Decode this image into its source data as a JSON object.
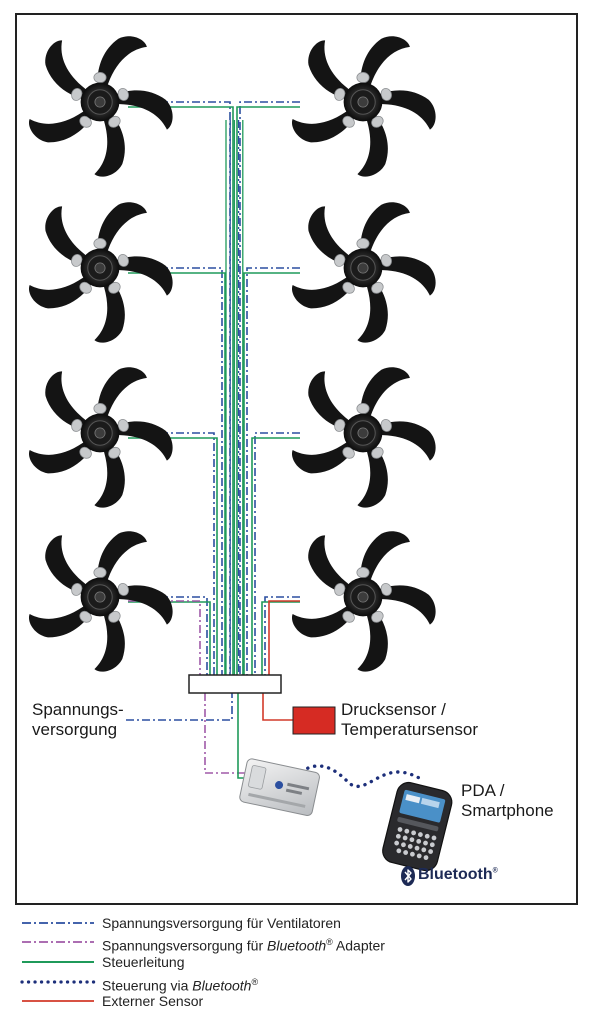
{
  "labels": {
    "power_supply": [
      "Spannungs-",
      "versorgung"
    ],
    "sensor": [
      "Drucksensor /",
      "Temperatursensor"
    ],
    "pda": [
      "PDA /",
      "Smartphone"
    ],
    "bluetooth_brand": "Bluetooth",
    "bluetooth_mark": "®"
  },
  "legend": [
    {
      "style": "dash-dot",
      "color": "#2b4fa0",
      "text": "Spannungsversorgung für Ventilatoren"
    },
    {
      "style": "dash-dot",
      "color": "#a05aa8",
      "text_before": "Spannungsversorgung für ",
      "text_italic": "Bluetooth",
      "text_mark": "®",
      "text_after": " Adapter"
    },
    {
      "style": "solid",
      "color": "#1f9a5a",
      "text": "Steuerleitung"
    },
    {
      "style": "dotted",
      "color": "#1d2f7a",
      "text_before": "Steuerung via ",
      "text_italic": "Bluetooth",
      "text_mark": "®",
      "text_after": ""
    },
    {
      "style": "solid",
      "color": "#d23a2a",
      "text": "Externer Sensor"
    }
  ],
  "colors": {
    "power_line": "#2b4fa0",
    "adapter_power_line": "#a05aa8",
    "control_line": "#1f9a5a",
    "bluetooth_link": "#1d2f7a",
    "sensor_line": "#d23a2a",
    "sensor_box": "#d62b23",
    "fan_blade": "#141414",
    "frame": "#222222"
  },
  "fans": {
    "count": 8,
    "columns": 2,
    "rows": 4,
    "icon": "axial-fan-icon"
  }
}
